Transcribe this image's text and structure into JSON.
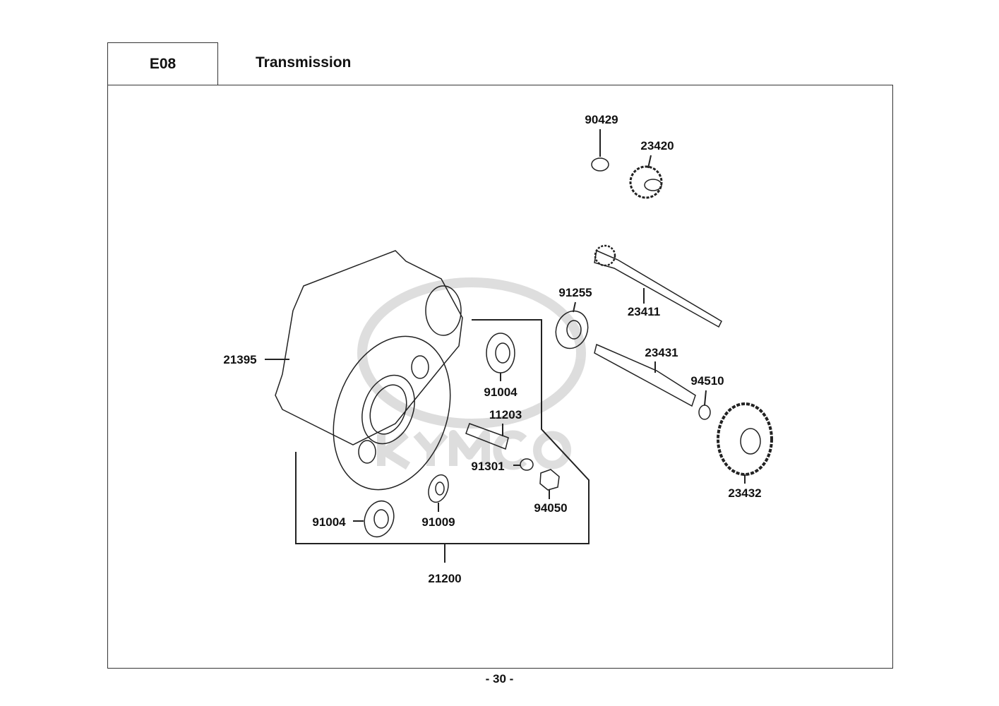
{
  "header": {
    "section_code": "E08",
    "section_title": "Transmission"
  },
  "watermark": {
    "text": "KYMCO",
    "color": "#c8c8c8"
  },
  "callouts": [
    "90429",
    "23420",
    "91255",
    "23411",
    "23431",
    "94510",
    "23432",
    "21395",
    "91004",
    "11203",
    "91301",
    "94050",
    "91009",
    "91004",
    "21200"
  ],
  "footer": {
    "page_number": "- 30 -"
  }
}
